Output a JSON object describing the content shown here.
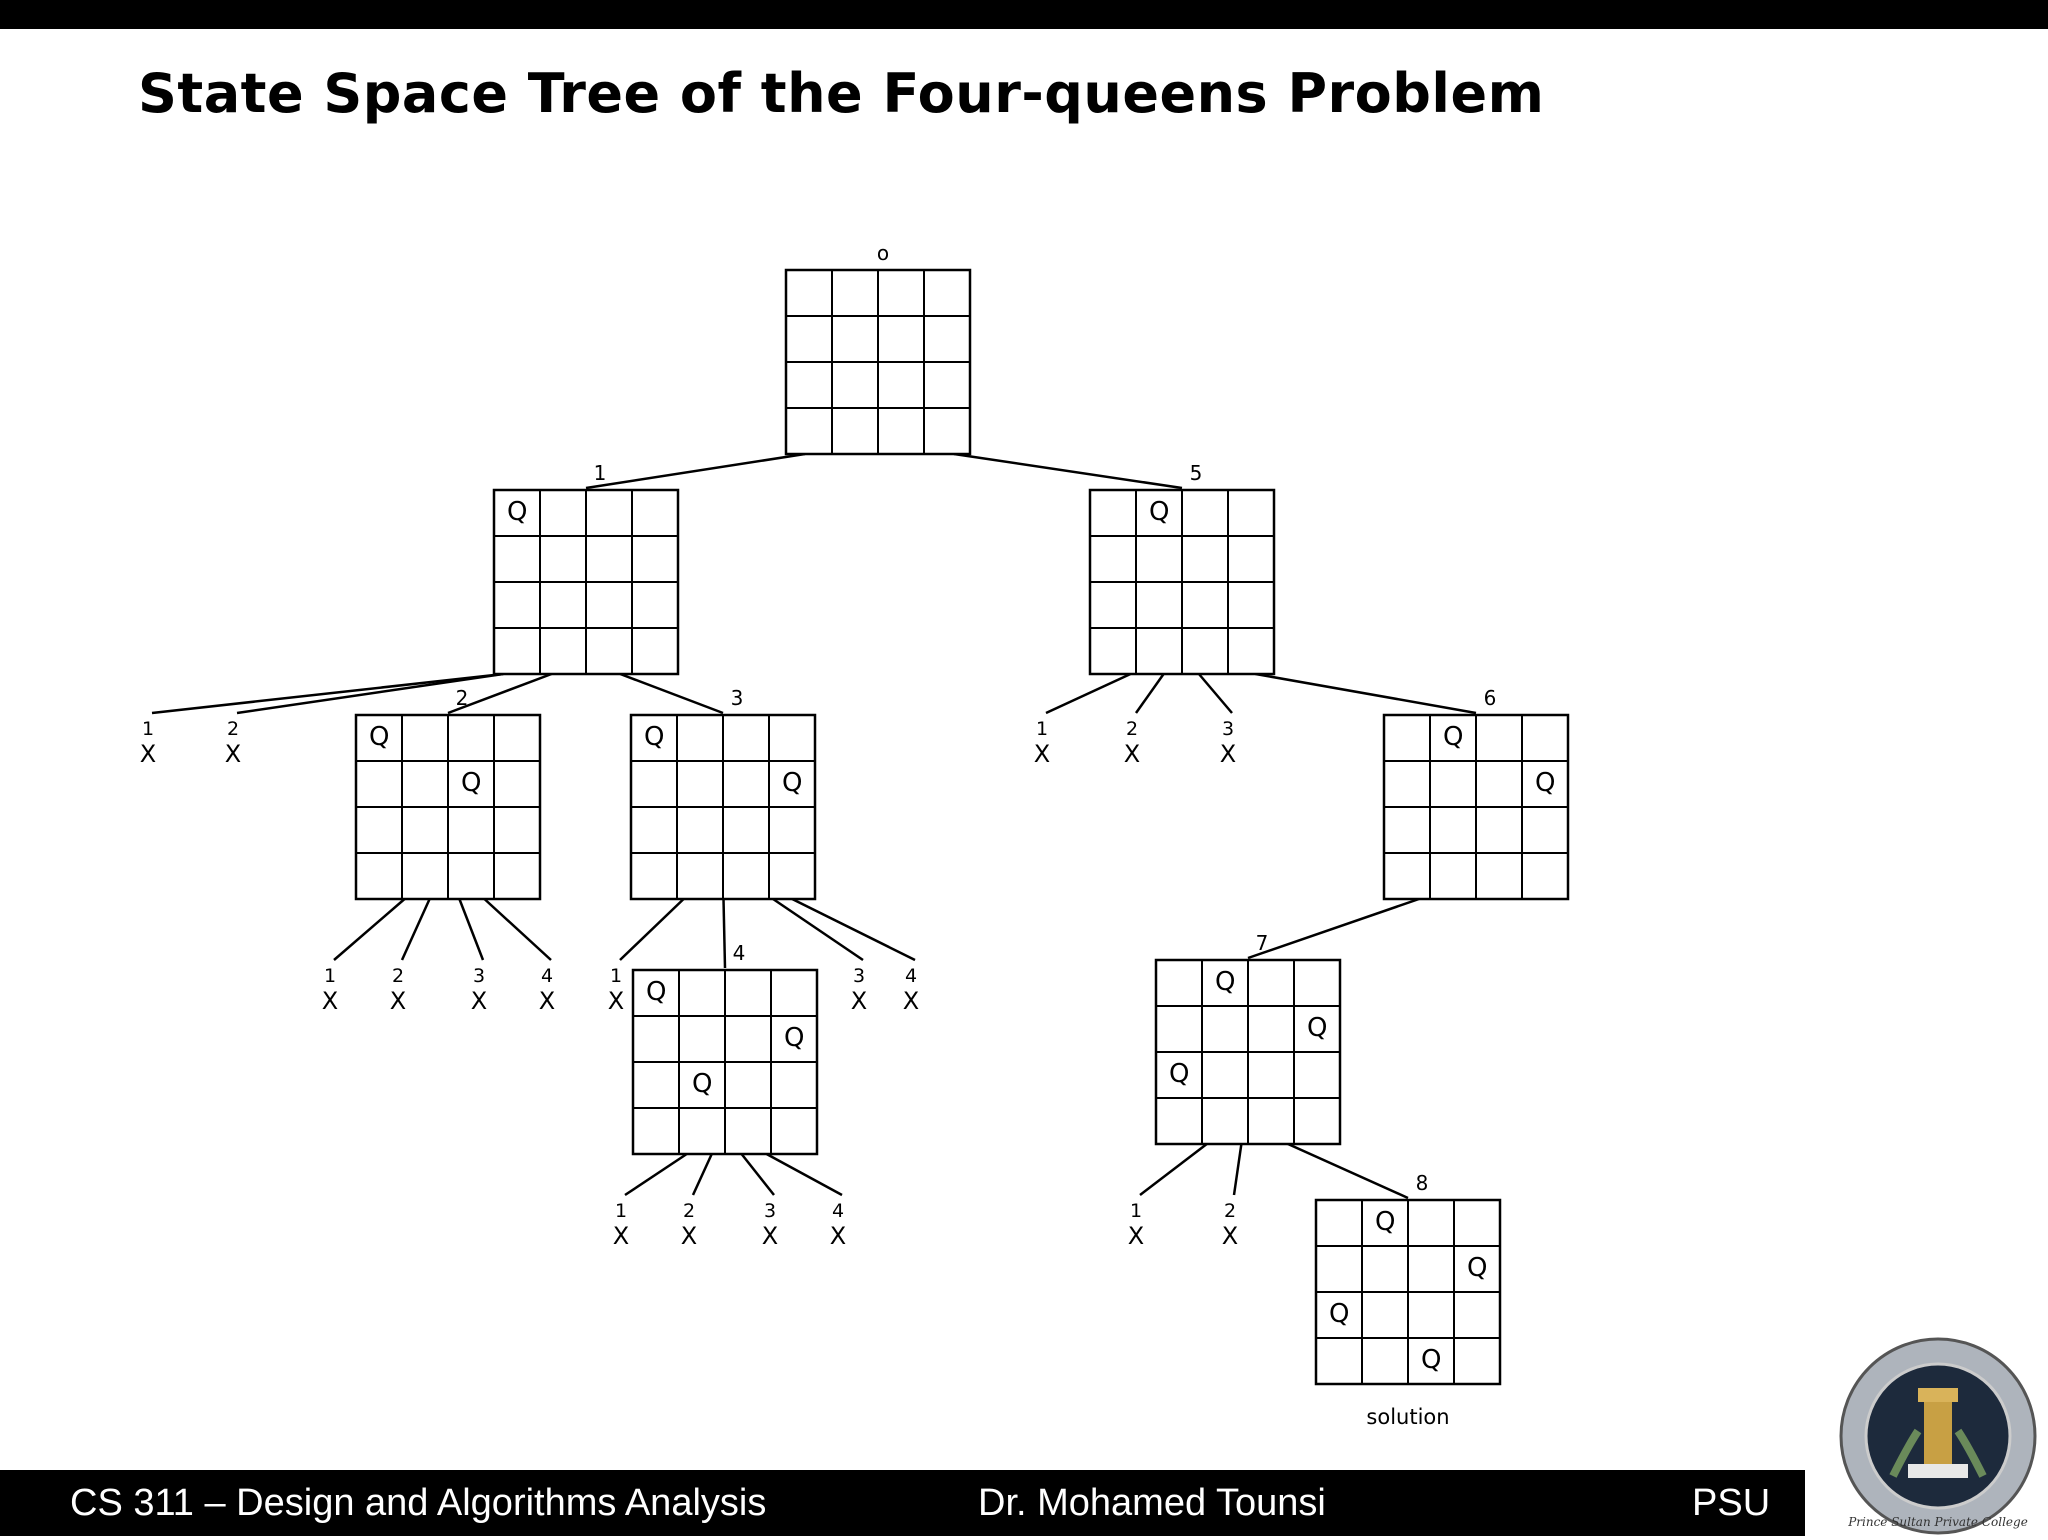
{
  "slide": {
    "title": "State Space Tree of the Four-queens Problem"
  },
  "tree": {
    "board_size": 4,
    "queen_symbol": "Q",
    "dead_end_symbol": "X",
    "solution_label": "solution",
    "nodes": [
      {
        "id": "0",
        "label": "o",
        "queens": []
      },
      {
        "id": "1",
        "label": "1",
        "parent": "0",
        "queens": [
          [
            0,
            0
          ]
        ]
      },
      {
        "id": "5",
        "label": "5",
        "parent": "0",
        "queens": [
          [
            0,
            1
          ]
        ]
      },
      {
        "id": "2",
        "label": "2",
        "parent": "1",
        "queens": [
          [
            0,
            0
          ],
          [
            1,
            2
          ]
        ]
      },
      {
        "id": "3",
        "label": "3",
        "parent": "1",
        "queens": [
          [
            0,
            0
          ],
          [
            1,
            3
          ]
        ]
      },
      {
        "id": "6",
        "label": "6",
        "parent": "5",
        "queens": [
          [
            0,
            1
          ],
          [
            1,
            3
          ]
        ]
      },
      {
        "id": "4",
        "label": "4",
        "parent": "3",
        "queens": [
          [
            0,
            0
          ],
          [
            1,
            3
          ],
          [
            2,
            1
          ]
        ]
      },
      {
        "id": "7",
        "label": "7",
        "parent": "6",
        "queens": [
          [
            0,
            1
          ],
          [
            1,
            3
          ],
          [
            2,
            0
          ]
        ]
      },
      {
        "id": "8",
        "label": "8",
        "parent": "7",
        "queens": [
          [
            0,
            1
          ],
          [
            1,
            3
          ],
          [
            2,
            0
          ],
          [
            3,
            2
          ]
        ],
        "solution": true
      }
    ],
    "dead_ends": [
      {
        "parent": "1",
        "label": "1"
      },
      {
        "parent": "1",
        "label": "2"
      },
      {
        "parent": "2",
        "label": "1"
      },
      {
        "parent": "2",
        "label": "2"
      },
      {
        "parent": "2",
        "label": "3"
      },
      {
        "parent": "2",
        "label": "4"
      },
      {
        "parent": "3",
        "label": "1"
      },
      {
        "parent": "3",
        "label": "3"
      },
      {
        "parent": "3",
        "label": "4"
      },
      {
        "parent": "4",
        "label": "1"
      },
      {
        "parent": "4",
        "label": "2"
      },
      {
        "parent": "4",
        "label": "3"
      },
      {
        "parent": "4",
        "label": "4"
      },
      {
        "parent": "5",
        "label": "1"
      },
      {
        "parent": "5",
        "label": "2"
      },
      {
        "parent": "5",
        "label": "3"
      },
      {
        "parent": "7",
        "label": "1"
      },
      {
        "parent": "7",
        "label": "2"
      }
    ]
  },
  "footer": {
    "course": "CS 311 – Design and Algorithms Analysis",
    "author": "Dr. Mohamed Tounsi",
    "org": "PSU"
  },
  "logo": {
    "icon": "college-seal-icon",
    "text": "Prince Sultan Private College"
  },
  "colors": {
    "bar": "#000000",
    "background": "#ffffff",
    "footer_text": "#ffffff"
  }
}
